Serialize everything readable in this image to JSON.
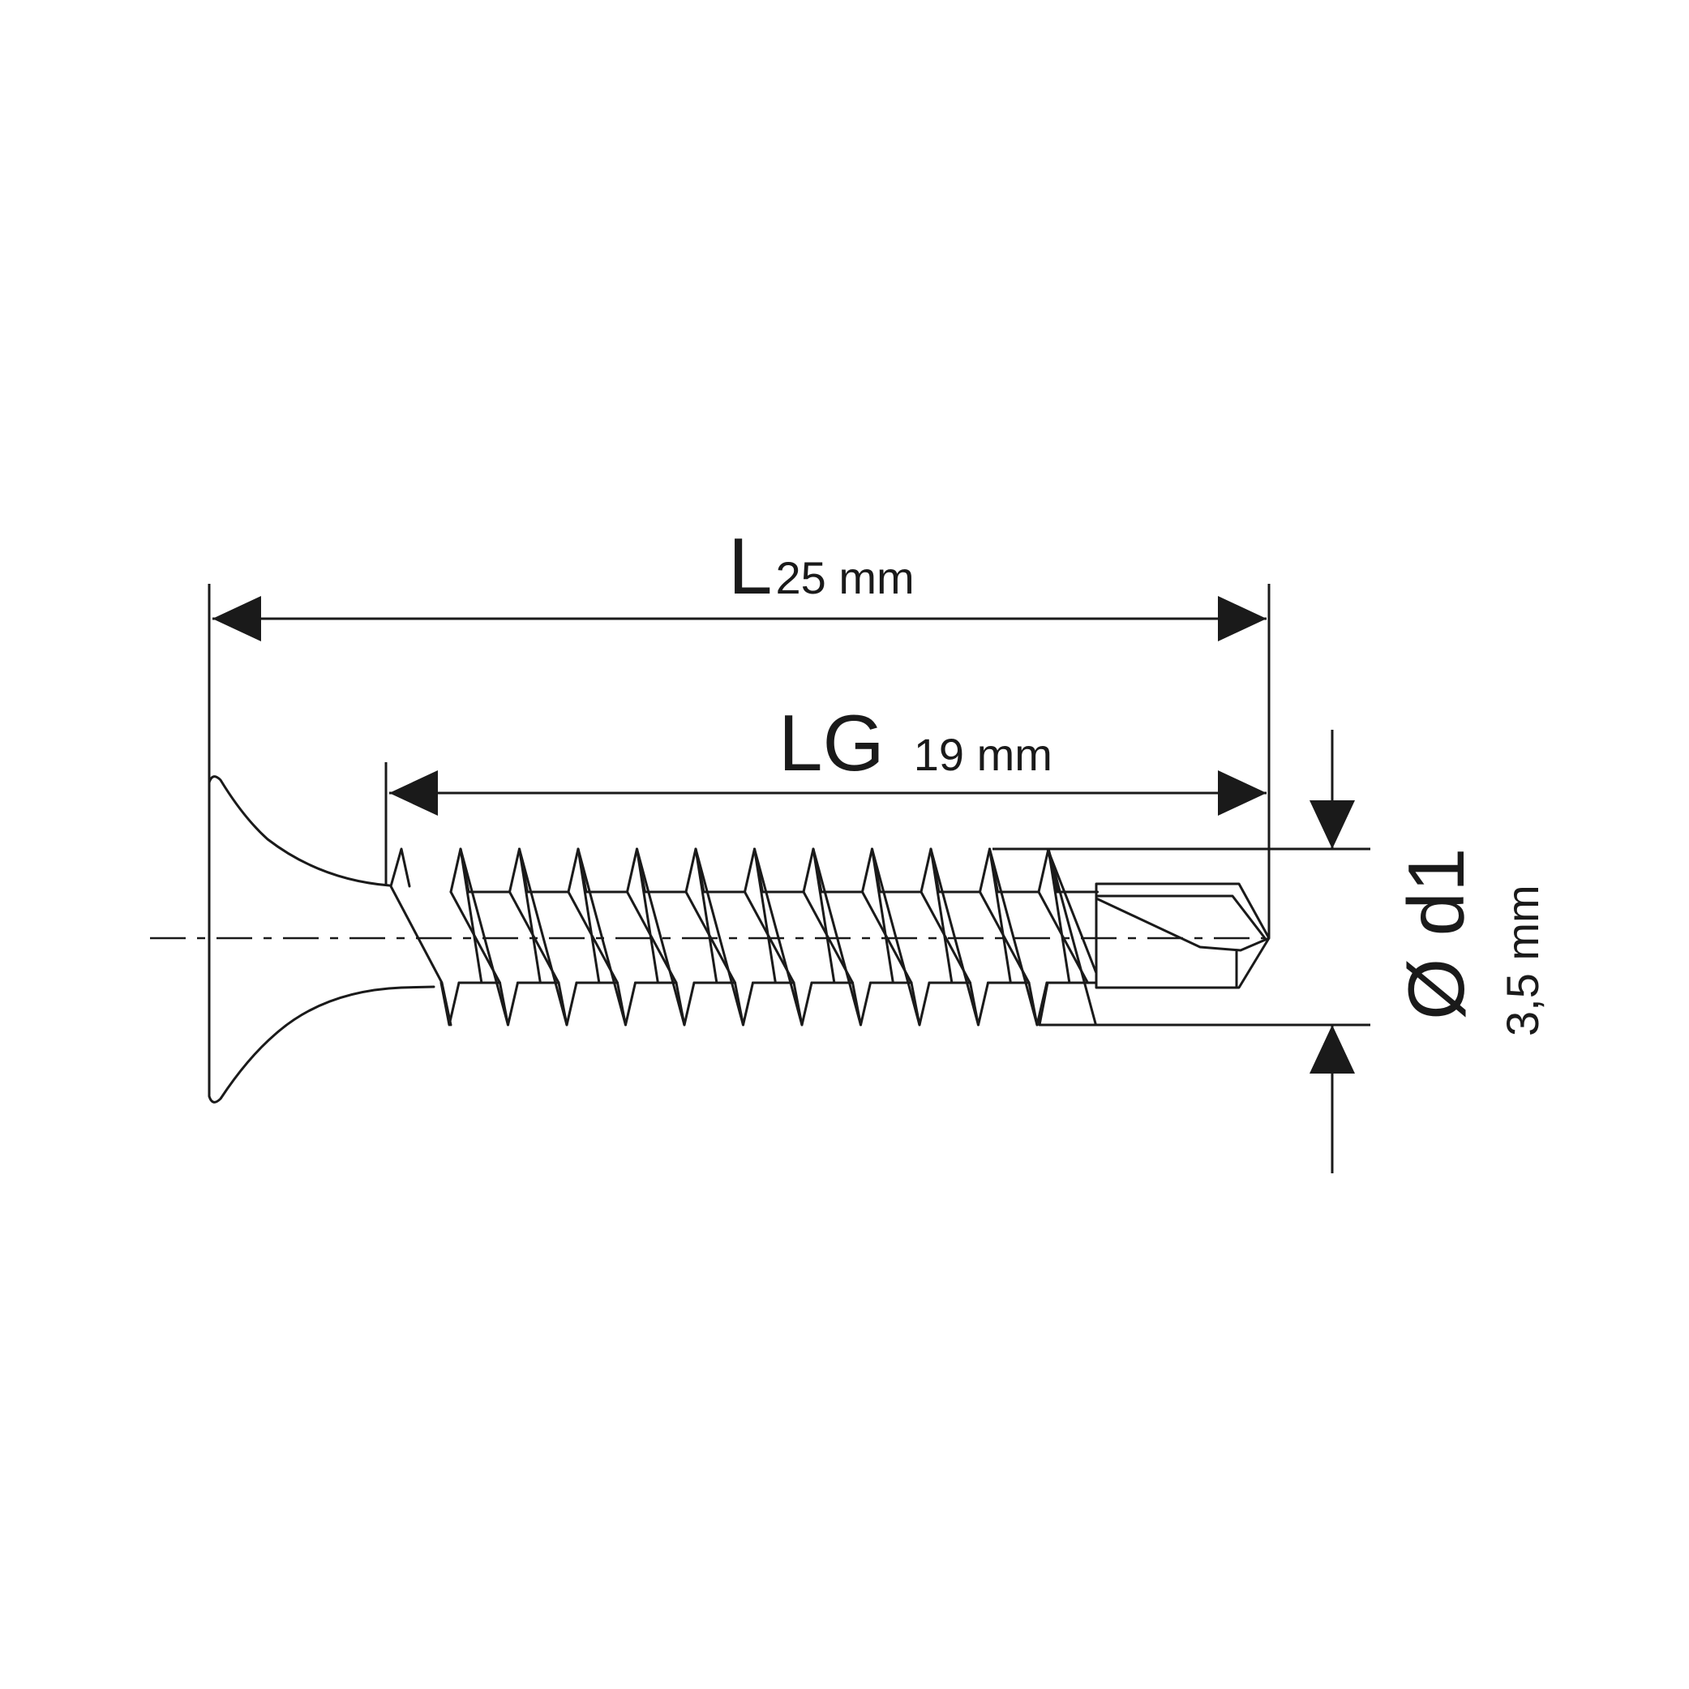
{
  "dimensions": {
    "length": {
      "symbol": "L",
      "value": "25 mm"
    },
    "thread_length": {
      "symbol": "LG",
      "value": "19 mm"
    },
    "diameter": {
      "symbol": "Ø d1",
      "value": "3,5 mm"
    }
  },
  "colors": {
    "line": "#1a1a1a",
    "background": "#ffffff"
  }
}
